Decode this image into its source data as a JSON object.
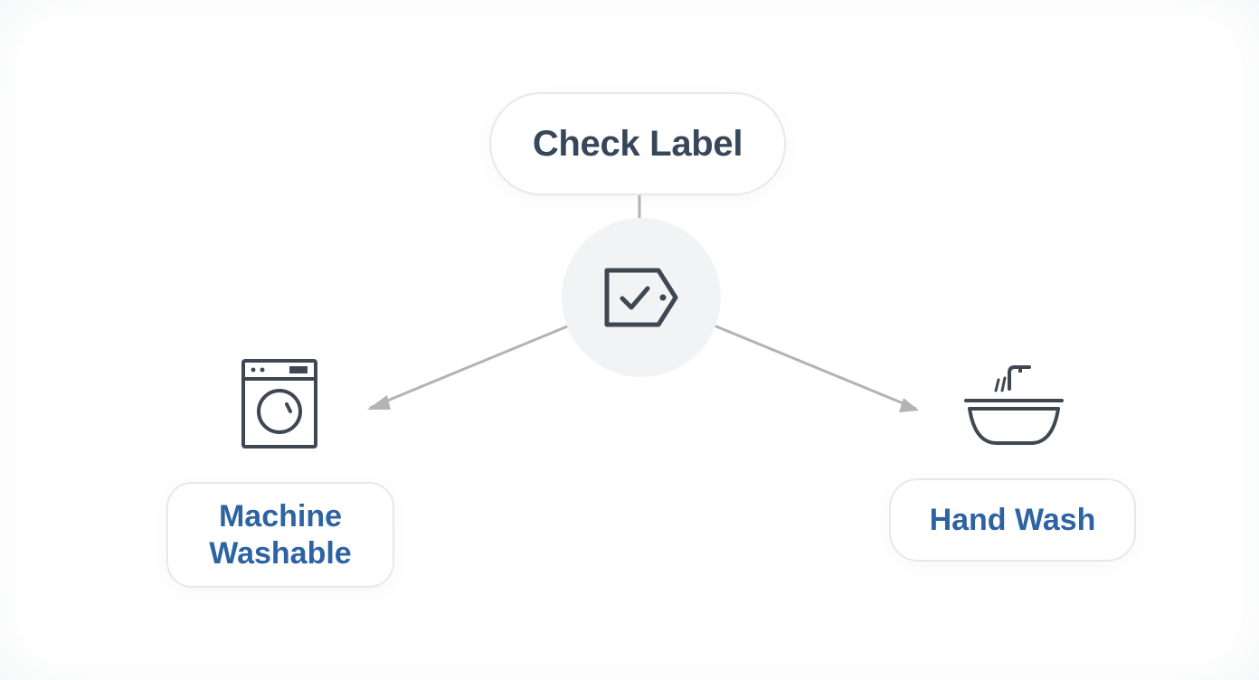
{
  "diagram": {
    "root": {
      "label": "Check Label",
      "icon": "tag-check-icon"
    },
    "branches": [
      {
        "label_line1": "Machine",
        "label_line2": "Washable",
        "icon": "washing-machine-icon"
      },
      {
        "label": "Hand Wash",
        "icon": "wash-basin-icon"
      }
    ]
  },
  "colors": {
    "root_text": "#37475a",
    "branch_text": "#2d63a2",
    "icon_stroke": "#3f4852",
    "connector": "#b3b3b3",
    "hub_fill": "#f2f3f5",
    "pill_border": "#e6e9ec"
  }
}
